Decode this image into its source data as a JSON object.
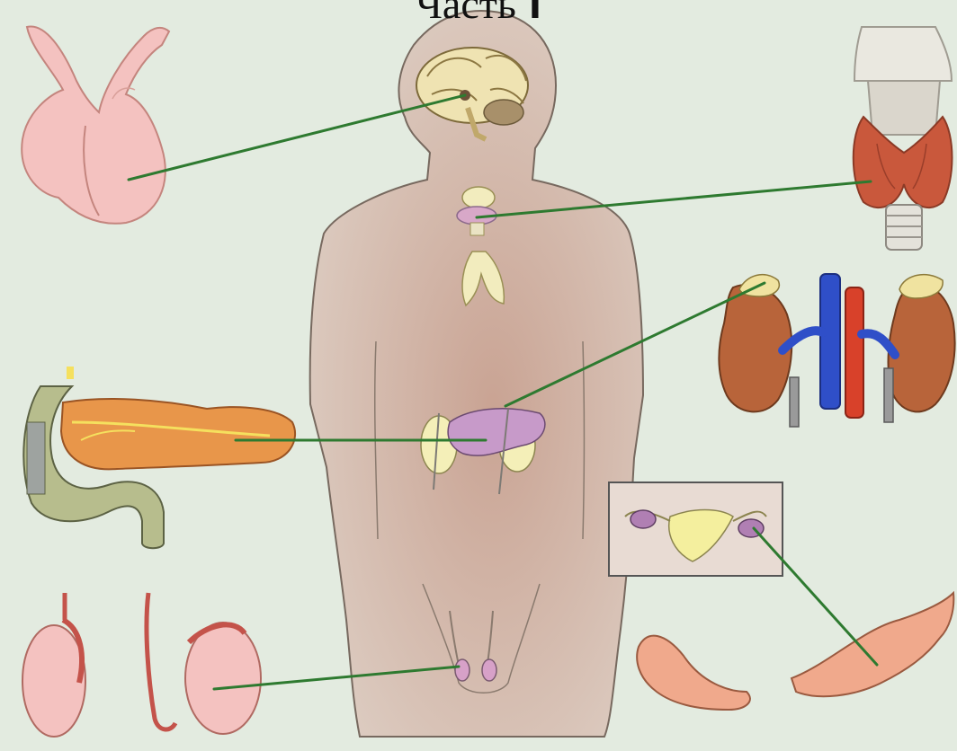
{
  "slide": {
    "title_text": "Часть",
    "title_number": "I"
  },
  "colors": {
    "background": "#e3ebe0",
    "frame": "#d3e3e9",
    "body_fill": "#dcc9bc",
    "body_outline": "#77695f",
    "leader_line": "#2e7a30",
    "skin_pink": "#f2c0b8",
    "thyroid_red": "#c9583c",
    "kidney_brown": "#b8643a",
    "vein_blue": "#2f4fc8",
    "artery_red": "#d8412a",
    "pancreas_orange": "#e8964a",
    "duodenum_green": "#b7bd8d",
    "uterus_yellow": "#f4ef9e",
    "ovary_purple": "#b07fb3"
  },
  "diagram": {
    "organs": [
      {
        "name": "pituitary-gland",
        "panel": "top-left"
      },
      {
        "name": "thyroid-gland",
        "panel": "top-right"
      },
      {
        "name": "adrenal-glands",
        "panel": "right"
      },
      {
        "name": "pancreas",
        "panel": "left"
      },
      {
        "name": "ovaries",
        "panel": "bottom-right"
      },
      {
        "name": "testes",
        "panel": "bottom-left"
      }
    ]
  }
}
